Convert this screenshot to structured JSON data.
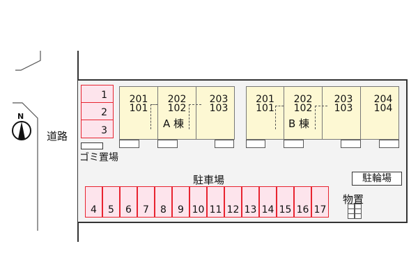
{
  "road_label": "道路",
  "north_label": "N",
  "garbage_label": "ゴミ置場",
  "parking_label": "駐車場",
  "bike_label": "駐輪場",
  "storage_label": "物置",
  "top_parking": [
    "1",
    "2",
    "3"
  ],
  "bottom_parking": [
    "4",
    "5",
    "6",
    "7",
    "8",
    "9",
    "10",
    "11",
    "12",
    "13",
    "14",
    "15",
    "16",
    "17"
  ],
  "building_a": {
    "label": "A 棟",
    "units": [
      {
        "upper": "201",
        "lower": "101"
      },
      {
        "upper": "202",
        "lower": "102"
      },
      {
        "upper": "203",
        "lower": "103"
      }
    ]
  },
  "building_b": {
    "label": "B 棟",
    "units": [
      {
        "upper": "201",
        "lower": "101"
      },
      {
        "upper": "202",
        "lower": "102"
      },
      {
        "upper": "203",
        "lower": "103"
      },
      {
        "upper": "204",
        "lower": "104"
      }
    ]
  },
  "colors": {
    "parking_fill": "#fde4ec",
    "parking_border": "#e8232f",
    "building_fill": "#fdf8d3",
    "lot_fill": "#f3f3f3"
  }
}
